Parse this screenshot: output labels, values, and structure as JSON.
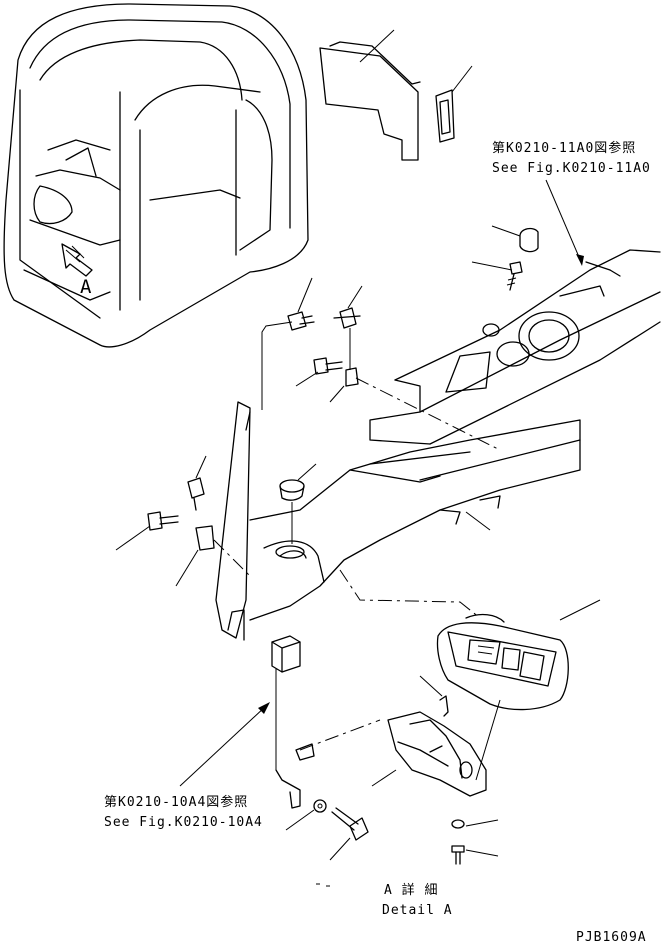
{
  "references": {
    "upper": {
      "jp": "第K0210-11A0図参照",
      "en": "See Fig.K0210-11A0"
    },
    "lower": {
      "jp": "第K0210-10A4図参照",
      "en": "See Fig.K0210-10A4"
    }
  },
  "view_marker": "A",
  "detail": {
    "jp": "A 詳 細",
    "en": "Detail A"
  },
  "drawing_number": "PJB1609A"
}
